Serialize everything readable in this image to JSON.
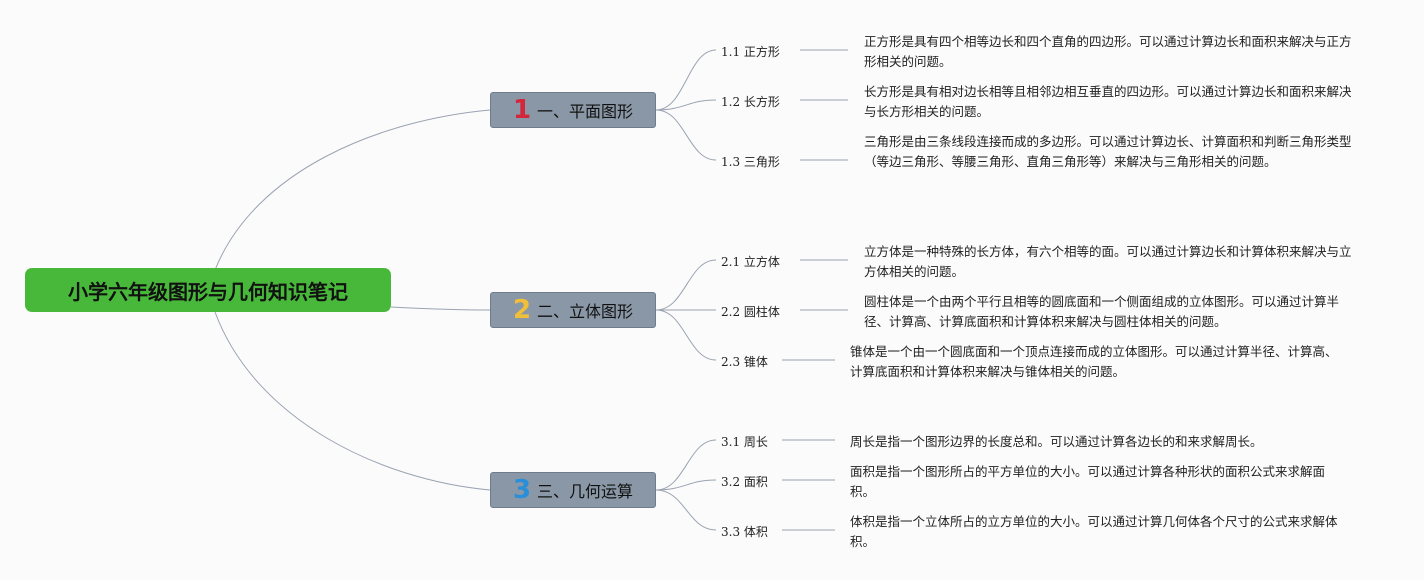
{
  "root": {
    "title": "小学六年级图形与几何知识笔记"
  },
  "branches": [
    {
      "number": "1",
      "number_color": "#d3263a",
      "title": "一、平面图形",
      "items": [
        {
          "num": "1.1",
          "label": "正方形",
          "desc": "正方形是具有四个相等边长和四个直角的四边形。可以通过计算边长和面积来解决与正方形相关的问题。"
        },
        {
          "num": "1.2",
          "label": "长方形",
          "desc": "长方形是具有相对边长相等且相邻边相互垂直的四边形。可以通过计算边长和面积来解决与长方形相关的问题。"
        },
        {
          "num": "1.3",
          "label": "三角形",
          "desc": "三角形是由三条线段连接而成的多边形。可以通过计算边长、计算面积和判断三角形类型（等边三角形、等腰三角形、直角三角形等）来解决与三角形相关的问题。"
        }
      ]
    },
    {
      "number": "2",
      "number_color": "#f2c038",
      "title": "二、立体图形",
      "items": [
        {
          "num": "2.1",
          "label": "立方体",
          "desc": "立方体是一种特殊的长方体，有六个相等的面。可以通过计算边长和计算体积来解决与立方体相关的问题。"
        },
        {
          "num": "2.2",
          "label": "圆柱体",
          "desc": "圆柱体是一个由两个平行且相等的圆底面和一个侧面组成的立体图形。可以通过计算半径、计算高、计算底面积和计算体积来解决与圆柱体相关的问题。"
        },
        {
          "num": "2.3",
          "label": "锥体",
          "desc": "锥体是一个由一个圆底面和一个顶点连接而成的立体图形。可以通过计算半径、计算高、计算底面积和计算体积来解决与锥体相关的问题。"
        }
      ]
    },
    {
      "number": "3",
      "number_color": "#2a8fd8",
      "title": "三、几何运算",
      "items": [
        {
          "num": "3.1",
          "label": "周长",
          "desc": "周长是指一个图形边界的长度总和。可以通过计算各边长的和来求解周长。"
        },
        {
          "num": "3.2",
          "label": "面积",
          "desc": "面积是指一个图形所占的平方单位的大小。可以通过计算各种形状的面积公式来求解面积。"
        },
        {
          "num": "3.3",
          "label": "体积",
          "desc": "体积是指一个立体所占的立方单位的大小。可以通过计算几何体各个尺寸的公式来求解体积。"
        }
      ]
    }
  ],
  "colors": {
    "root": "#48b83a",
    "branch": "#8a97a6",
    "line": "#9aa3b0"
  }
}
